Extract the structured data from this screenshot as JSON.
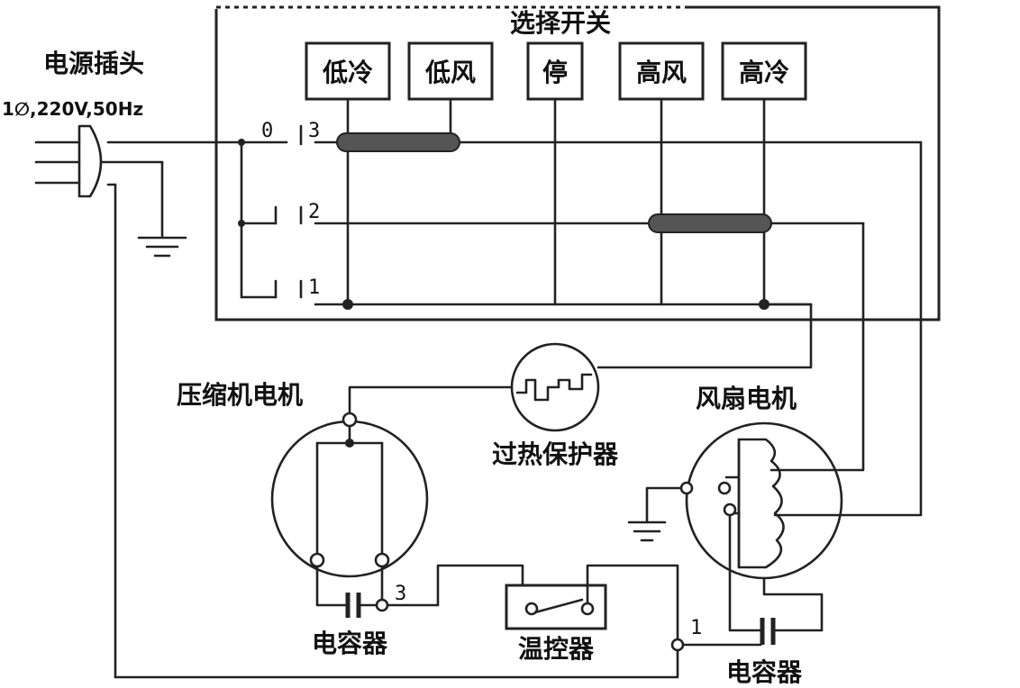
{
  "labels": {
    "plug_title": "电源插头",
    "plug_spec": "1∅,220V,50Hz",
    "selector_title": "选择开关",
    "compressor_motor": "压缩机电机",
    "overheat_protector": "过热保护器",
    "fan_motor": "风扇电机",
    "capacitor_left": "电容器",
    "thermostat": "温控器",
    "capacitor_right": "电容器"
  },
  "switch_buttons": [
    "低冷",
    "低风",
    "停",
    "高风",
    "高冷"
  ],
  "terminals": {
    "t0": "0",
    "t3": "3",
    "t2": "2",
    "t1": "1",
    "comp_3": "3",
    "therm_1": "1"
  }
}
